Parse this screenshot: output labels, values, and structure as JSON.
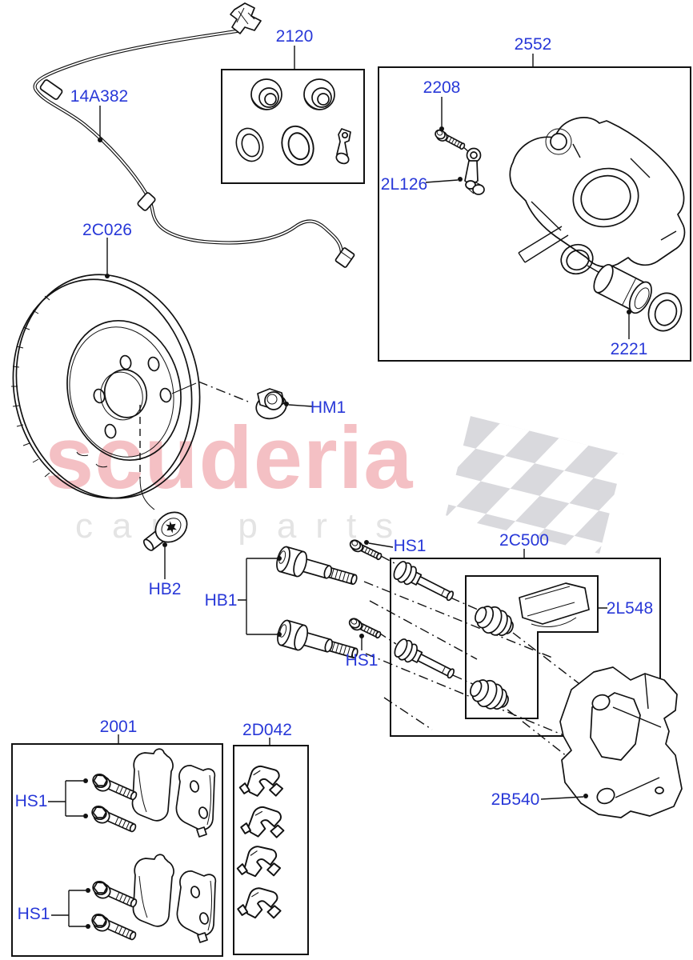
{
  "watermark": {
    "brand": "scuderia",
    "tagline": "car parts"
  },
  "labels": {
    "14A382": "14A382",
    "2120": "2120",
    "2552": "2552",
    "2208": "2208",
    "2L126": "2L126",
    "2221": "2221",
    "2C026": "2C026",
    "HM1": "HM1",
    "HB2": "HB2",
    "HB1": "HB1",
    "HS1": "HS1",
    "2C500": "2C500",
    "2L548": "2L548",
    "2B540": "2B540",
    "2001": "2001",
    "2D042": "2D042"
  },
  "colors": {
    "label_text": "#2838d8",
    "line": "#111111",
    "background": "#ffffff",
    "watermark_brand": "#f4c0c4",
    "watermark_tagline": "#e4e4e4",
    "watermark_flag": "#d9d9dd"
  }
}
